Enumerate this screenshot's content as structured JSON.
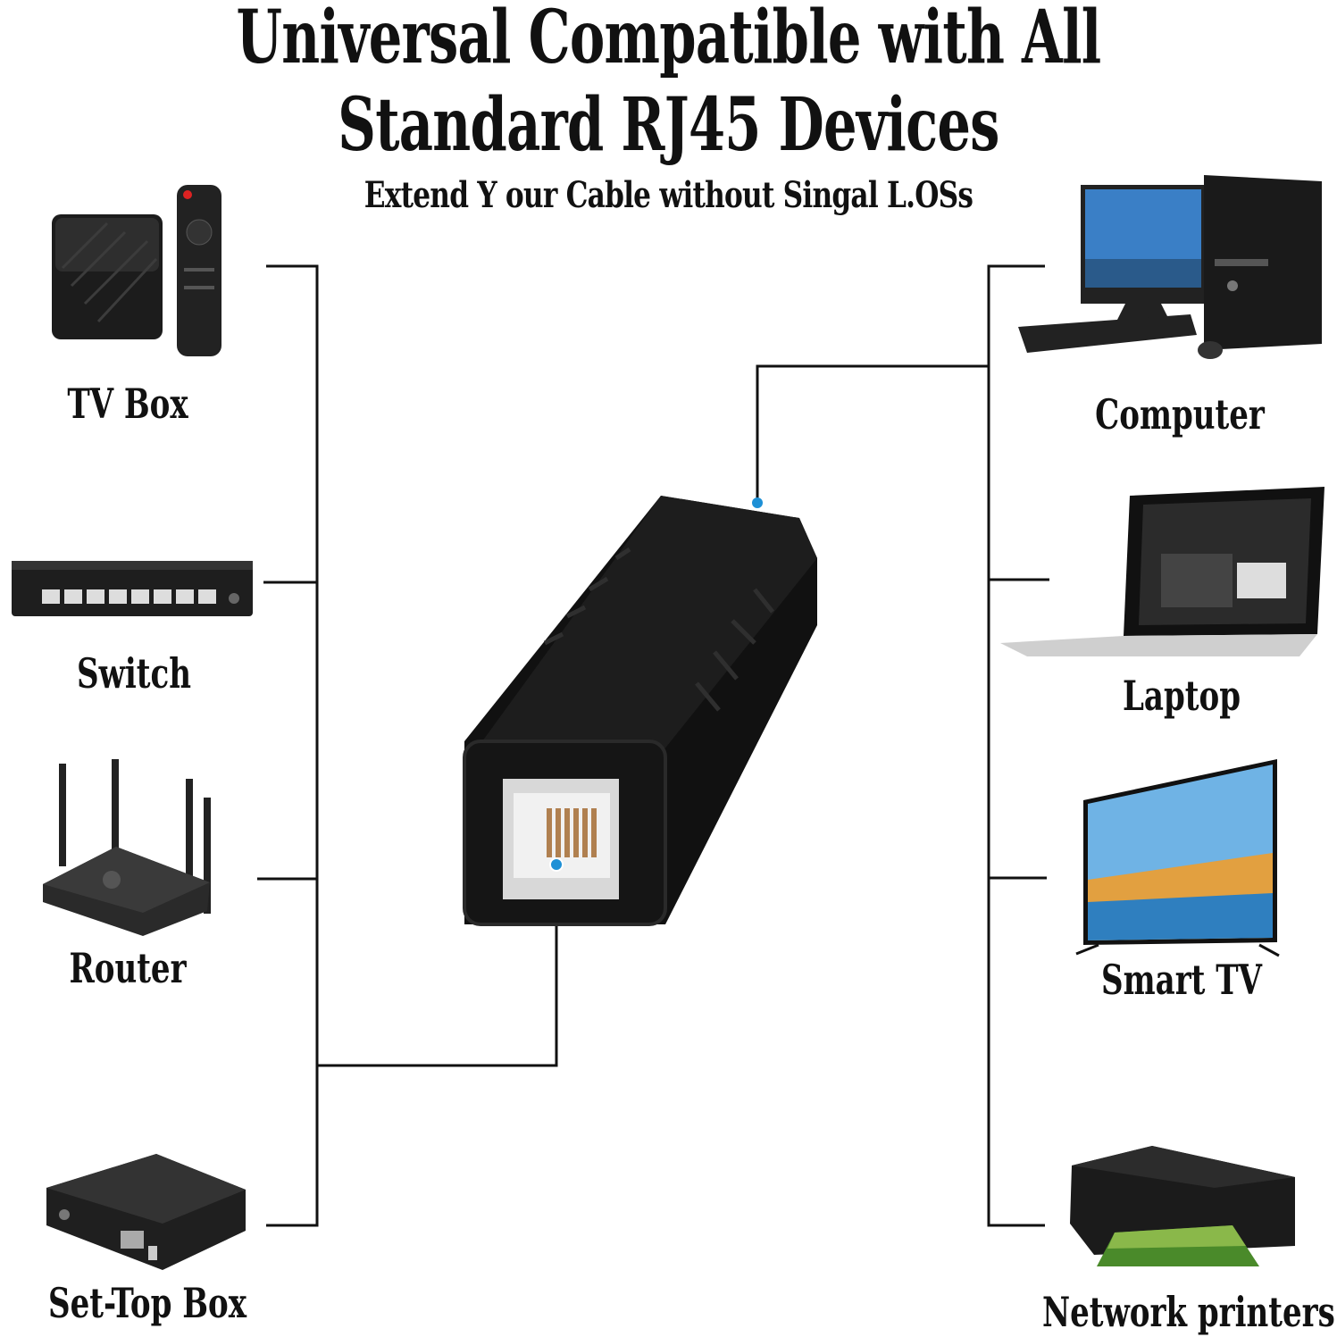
{
  "title": {
    "line1": "Universal Compatible with All",
    "line2": "Standard RJ45 Devices",
    "subtitle": "Extend Y our Cable without Singal L.OSs"
  },
  "devices_left": [
    {
      "label": "TV Box",
      "icon": "tv-box-icon"
    },
    {
      "label": "Switch",
      "icon": "network-switch-icon"
    },
    {
      "label": "Router",
      "icon": "router-icon"
    },
    {
      "label": "Set-Top Box",
      "icon": "set-top-box-icon"
    }
  ],
  "devices_right": [
    {
      "label": "Computer",
      "icon": "desktop-computer-icon"
    },
    {
      "label": "Laptop",
      "icon": "laptop-icon"
    },
    {
      "label": "Smart TV",
      "icon": "smart-tv-icon"
    },
    {
      "label": "Network printers",
      "icon": "printer-icon"
    }
  ],
  "center_device": {
    "icon": "rj45-coupler-icon"
  },
  "colors": {
    "line": "#111111",
    "dot": "#1e90d6",
    "device_body": "#151515"
  }
}
